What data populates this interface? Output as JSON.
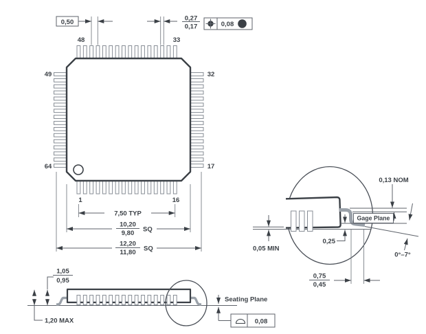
{
  "drawing": {
    "top_view": {
      "pins": {
        "top_start": "48",
        "top_end": "33",
        "left_start": "49",
        "left_end": "64",
        "right_start": "32",
        "right_end": "17",
        "bottom_start": "1",
        "bottom_end": "16"
      },
      "dims": {
        "pitch": "0,50",
        "lead_width_upper": "0,27",
        "lead_width_lower": "0,17",
        "position_tolerance": "0,08",
        "pin_span": "7,50 TYP",
        "body_upper": "10,20",
        "body_lower": "9,80",
        "body_suffix": "SQ",
        "overall_upper": "12,20",
        "overall_lower": "11,80",
        "overall_suffix": "SQ"
      },
      "symbols": {
        "position_symbol": "position-tolerance-symbol",
        "mmc_symbol": "max-material-condition-symbol"
      }
    },
    "side_view": {
      "thickness_upper": "1,05",
      "thickness_lower": "0,95",
      "overall_height": "1,20 MAX",
      "seating_plane": "Seating Plane",
      "flatness_tolerance": "0,08",
      "symbols": {
        "flatness_symbol": "seating-plane-flatness-symbol"
      }
    },
    "detail_view": {
      "lead_thickness": "0,13 NOM",
      "gage_plane": "Gage Plane",
      "gage_to_seating": "0,25",
      "standoff": "0,05 MIN",
      "foot_length_upper": "0,75",
      "foot_length_lower": "0,45",
      "foot_angle": "0°–7°"
    },
    "colors": {
      "ink": "#3b4046",
      "lead_gray": "#9aa1a9",
      "dim_line": "#5d626a"
    }
  }
}
